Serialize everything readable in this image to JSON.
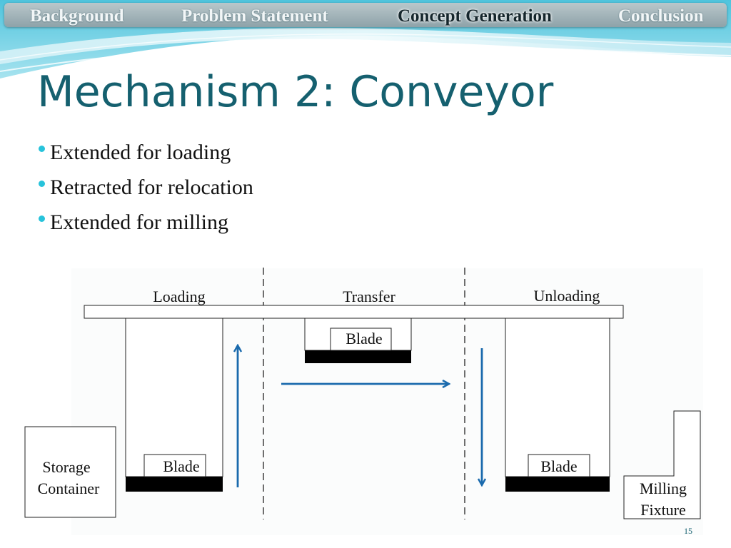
{
  "nav": {
    "tabs": [
      {
        "label": "Background",
        "active": false
      },
      {
        "label": "Problem Statement",
        "active": false
      },
      {
        "label": "Concept Generation",
        "active": true
      },
      {
        "label": "Conclusion",
        "active": false
      }
    ]
  },
  "slide": {
    "title": "Mechanism 2: Conveyor",
    "bullets": [
      "Extended for loading",
      "Retracted for relocation",
      "Extended for milling"
    ],
    "page_number": "15"
  },
  "diagram": {
    "stage_labels": {
      "loading": "Loading",
      "transfer": "Transfer",
      "unloading": "Unloading"
    },
    "blade_label": "Blade",
    "storage_label": [
      "Storage",
      "Container"
    ],
    "fixture_label": [
      "Milling",
      "Fixture"
    ],
    "arrow_color": "#1a6aad"
  },
  "colors": {
    "title": "#15606f",
    "bullet": "#27c3db",
    "nav_active": "#15262c"
  }
}
